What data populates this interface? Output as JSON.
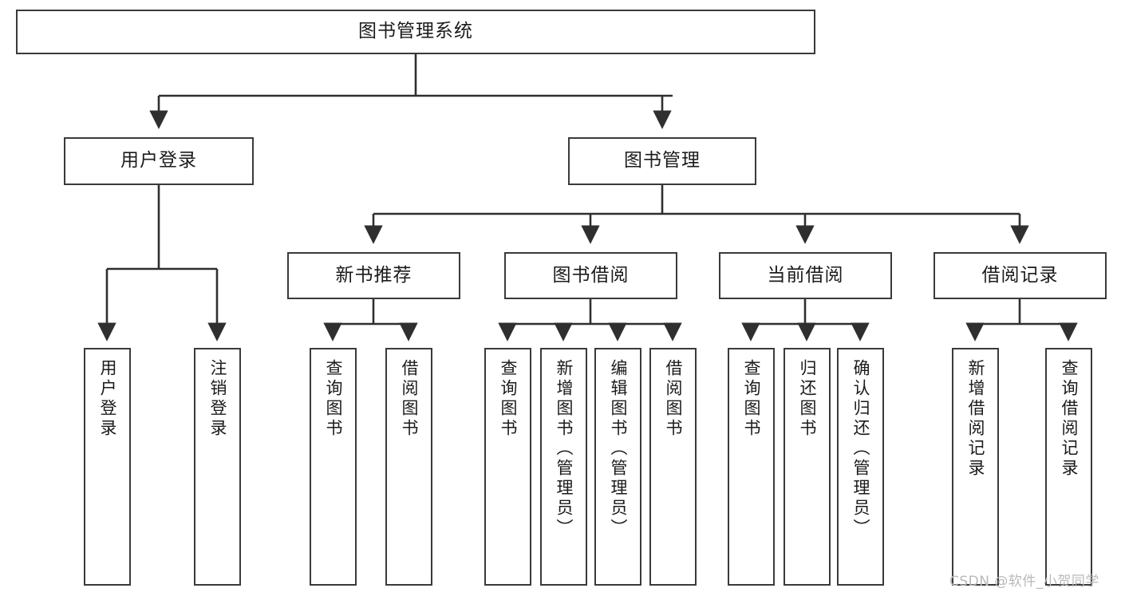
{
  "diagram": {
    "title": "图书管理系统",
    "type": "hierarchy-tree",
    "watermark": "CSDN @软件_小贺同学",
    "colors": {
      "stroke": "#3a3a3a",
      "fill": "#ffffff",
      "text": "#1b1b1b",
      "watermark": "#b9b9b9"
    },
    "nodes": {
      "root": {
        "label": "图书管理系统"
      },
      "level2": [
        {
          "id": "user-login",
          "label": "用户登录"
        },
        {
          "id": "book-manage",
          "label": "图书管理"
        }
      ],
      "level3": [
        {
          "id": "new-book-recommend",
          "label": "新书推荐"
        },
        {
          "id": "book-borrow",
          "label": "图书借阅"
        },
        {
          "id": "current-borrow",
          "label": "当前借阅"
        },
        {
          "id": "borrow-record",
          "label": "借阅记录"
        }
      ],
      "leaves": {
        "user_login": [
          {
            "id": "leaf-user-login",
            "label": "用户登录"
          },
          {
            "id": "leaf-logout-login",
            "label": "注销登录"
          }
        ],
        "new_book_recommend": [
          {
            "id": "leaf-query-book-1",
            "label": "查询图书"
          },
          {
            "id": "leaf-borrow-book-1",
            "label": "借阅图书"
          }
        ],
        "book_borrow": [
          {
            "id": "leaf-query-book-2",
            "label": "查询图书"
          },
          {
            "id": "leaf-add-book",
            "label": "新增图书（管理员）"
          },
          {
            "id": "leaf-edit-book",
            "label": "编辑图书（管理员）"
          },
          {
            "id": "leaf-borrow-book-2",
            "label": "借阅图书"
          }
        ],
        "current_borrow": [
          {
            "id": "leaf-query-book-3",
            "label": "查询图书"
          },
          {
            "id": "leaf-return-book",
            "label": "归还图书"
          },
          {
            "id": "leaf-confirm-return",
            "label": "确认归还（管理员）"
          }
        ],
        "borrow_record": [
          {
            "id": "leaf-add-record",
            "label": "新增借阅记录"
          },
          {
            "id": "leaf-query-record",
            "label": "查询借阅记录"
          }
        ]
      }
    }
  }
}
